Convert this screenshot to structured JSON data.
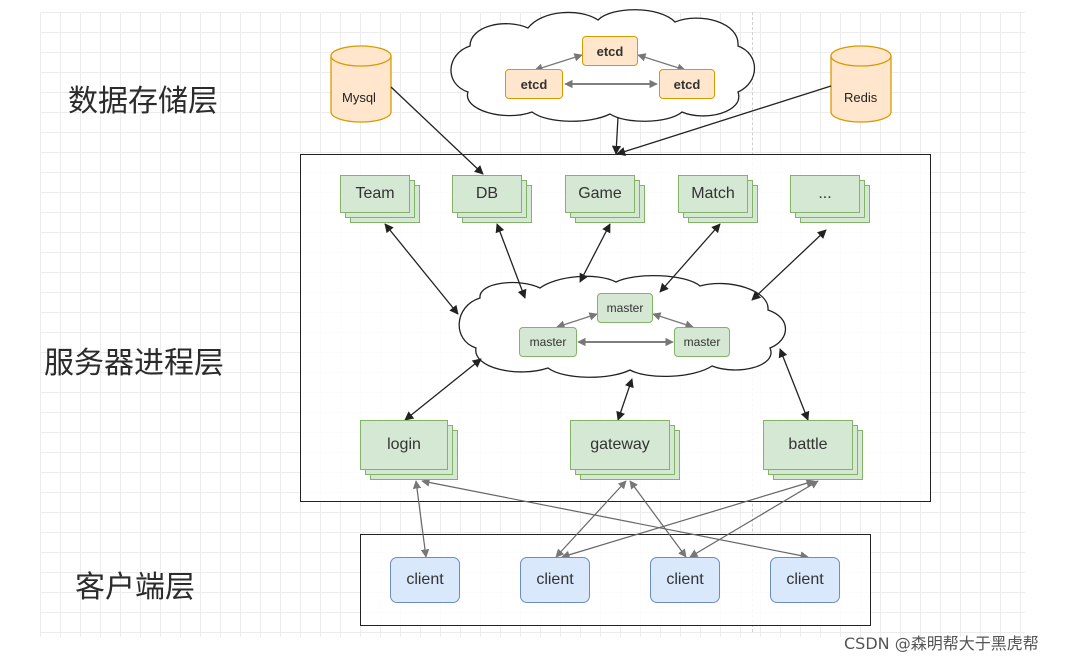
{
  "layers": {
    "storage": "数据存储层",
    "server": "服务器进程层",
    "client": "客户端层"
  },
  "storage": {
    "mysql": "Mysql",
    "redis": "Redis",
    "etcd_top": "etcd",
    "etcd_left": "etcd",
    "etcd_right": "etcd"
  },
  "services": {
    "team": "Team",
    "db": "DB",
    "game": "Game",
    "match": "Match",
    "more": "...",
    "login": "login",
    "gateway": "gateway",
    "battle": "battle"
  },
  "masters": {
    "top": "master",
    "left": "master",
    "right": "master"
  },
  "clients": [
    "client",
    "client",
    "client",
    "client"
  ],
  "watermark": "CSDN @森明帮大于黑虎帮",
  "colors": {
    "green_fill": "#d5e8d4",
    "green_stroke": "#82b366",
    "orange_fill": "#ffe6cc",
    "orange_stroke": "#d79b00",
    "blue_fill": "#dae8fc",
    "blue_stroke": "#6c8ebf"
  }
}
